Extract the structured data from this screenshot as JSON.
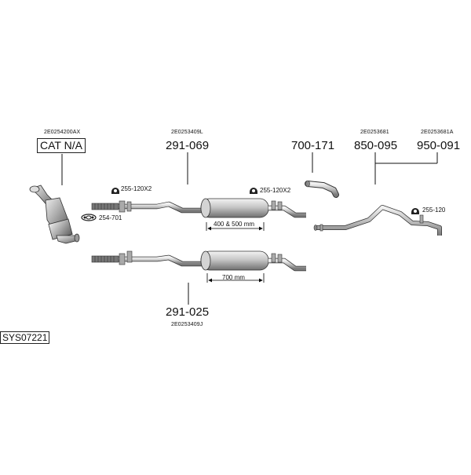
{
  "labels": {
    "cat_oem": "2E0254200AX",
    "cat_box": "CAT N/A",
    "front_oem": "2E0253409L",
    "front_part": "291-069",
    "front_clamp": "255-120X2",
    "front_gasket": "254-701",
    "front_mid_clamp": "255-120X2",
    "front_dim": "400 & 500 mm",
    "elbow_part": "700-171",
    "rear_oem_1": "2E0253681",
    "rear_oem_2": "2E0253681A",
    "rear_part_1": "850-095",
    "rear_part_2": "950-091",
    "rear_clamp": "255-120",
    "lower_dim": "700 mm",
    "lower_part": "291-025",
    "lower_oem": "2E0253409J",
    "system_code": "SYS07221"
  }
}
